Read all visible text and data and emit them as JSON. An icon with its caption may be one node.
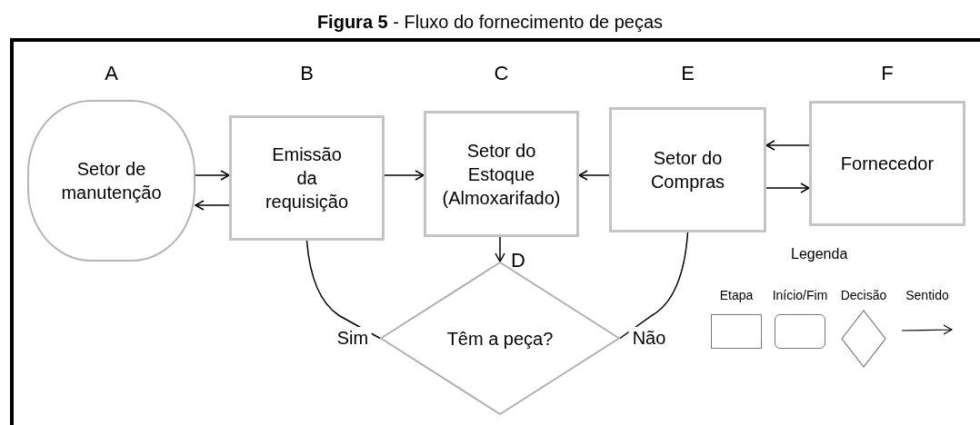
{
  "diagram": {
    "title": "**Figura 5** - Fluxo do fornecimento de peças",
    "nodes": [
      {
        "text": [
          "Setor de manutenção"
        ],
        "beside": [
          "A"
        ]
      },
      {
        "text": [
          "Emissão da requisição"
        ],
        "beside": [
          "B"
        ]
      },
      {
        "text": [
          "Setor do Estoque (Almoxarifado)"
        ],
        "beside": [
          "C"
        ]
      },
      {
        "text": [
          "Setor do Compras"
        ],
        "beside": [
          "E"
        ]
      },
      {
        "text": [
          "Fornecedor"
        ],
        "beside": [
          "F"
        ]
      },
      {
        "text": [
          "Têm a peça?"
        ],
        "beside": [
          "D"
        ]
      }
    ],
    "edges": [
      {
        "from": 0,
        "to": 1,
        "arrow": "to"
      },
      {
        "from": 1,
        "to": 0,
        "arrow": "to"
      },
      {
        "from": 1,
        "to": 2,
        "arrow": "to"
      },
      {
        "from": 3,
        "to": 2,
        "arrow": "to"
      },
      {
        "from": 4,
        "to": 3,
        "arrow": "to"
      },
      {
        "from": 3,
        "to": 4,
        "arrow": "to"
      },
      {
        "from": 2,
        "to": 5,
        "arrow": "to"
      },
      {
        "from": 5,
        "to": 1,
        "arrow": "none",
        "label": "Sim"
      },
      {
        "from": 5,
        "to": 3,
        "arrow": "none",
        "label": "Não"
      }
    ],
    "labels": [
      "Legenda"
    ],
    "legend": [
      {
        "text": "Etapa"
      },
      {
        "text": "Início/Fim"
      },
      {
        "text": "Decisão"
      },
      {
        "text": "Sentido"
      }
    ]
  }
}
